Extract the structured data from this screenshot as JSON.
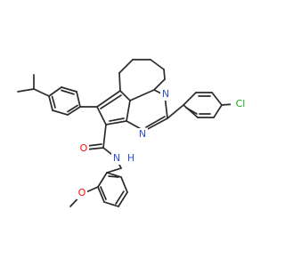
{
  "atom_labels": {
    "amide_oxygen": "O",
    "amide_nitrogen": "N",
    "amide_hydrogen": "H",
    "methoxy_oxygen": "O",
    "ring_nitrogen_lower": "N",
    "ring_nitrogen_upper": "N",
    "chlorine": "Cl"
  },
  "colors": {
    "bond": "#2b2b2b",
    "oxygen": "#ff0d0d",
    "nitrogen": "#2f4fd6",
    "chlorine": "#1fa51f",
    "background": "#ffffff"
  }
}
